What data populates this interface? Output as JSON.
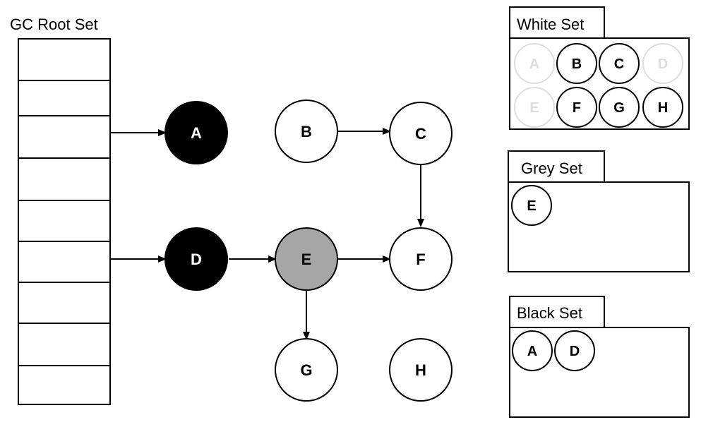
{
  "root_set": {
    "title": "GC Root Set"
  },
  "graph": {
    "nodes": [
      {
        "id": "A",
        "label": "A",
        "color": "black"
      },
      {
        "id": "B",
        "label": "B",
        "color": "white"
      },
      {
        "id": "C",
        "label": "C",
        "color": "white"
      },
      {
        "id": "D",
        "label": "D",
        "color": "black"
      },
      {
        "id": "E",
        "label": "E",
        "color": "grey"
      },
      {
        "id": "F",
        "label": "F",
        "color": "white"
      },
      {
        "id": "G",
        "label": "G",
        "color": "white"
      },
      {
        "id": "H",
        "label": "H",
        "color": "white"
      }
    ],
    "edges": [
      {
        "from": "root-3",
        "to": "A"
      },
      {
        "from": "root-6",
        "to": "D"
      },
      {
        "from": "B",
        "to": "C"
      },
      {
        "from": "C",
        "to": "F"
      },
      {
        "from": "D",
        "to": "E"
      },
      {
        "from": "E",
        "to": "F"
      },
      {
        "from": "E",
        "to": "G"
      }
    ]
  },
  "sets": {
    "white": {
      "title": "White Set",
      "members": [
        {
          "label": "A",
          "faded": true
        },
        {
          "label": "B",
          "faded": false
        },
        {
          "label": "C",
          "faded": false
        },
        {
          "label": "D",
          "faded": true
        },
        {
          "label": "E",
          "faded": true
        },
        {
          "label": "F",
          "faded": false
        },
        {
          "label": "G",
          "faded": false
        },
        {
          "label": "H",
          "faded": false
        }
      ]
    },
    "grey": {
      "title": "Grey Set",
      "members": [
        {
          "label": "E",
          "faded": false
        }
      ]
    },
    "black": {
      "title": "Black Set",
      "members": [
        {
          "label": "A",
          "faded": false
        },
        {
          "label": "D",
          "faded": false
        }
      ]
    }
  },
  "colors": {
    "black_node": "#000000",
    "grey_node": "#a6a6a6",
    "white_node": "#ffffff",
    "stroke": "#000000",
    "faded": "#dddddd"
  }
}
